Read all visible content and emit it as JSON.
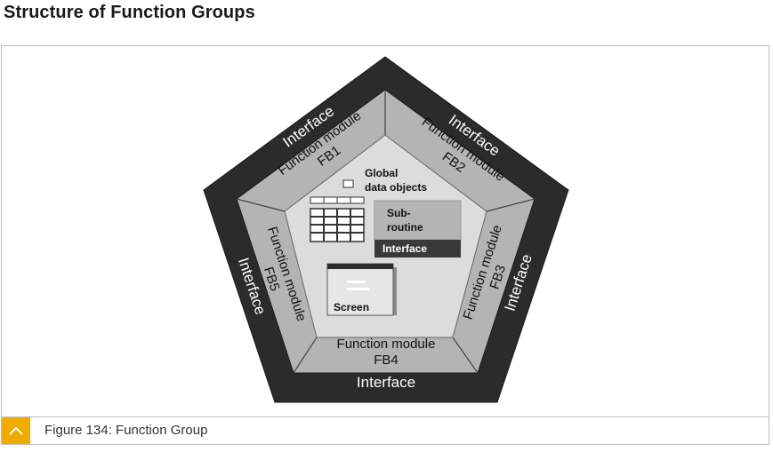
{
  "title": "Structure of Function Groups",
  "caption": "Figure 134: Function Group",
  "icons": {
    "caption_toggle": "chevron-up-icon"
  },
  "diagram": {
    "interface_label": "Interface",
    "function_module_label": "Function module",
    "modules": [
      "FB1",
      "FB2",
      "FB3",
      "FB4",
      "FB5"
    ],
    "global_data_line1": "Global",
    "global_data_line2": "data objects",
    "subroutine_line1": "Sub-",
    "subroutine_line2": "routine",
    "subroutine_interface": "Interface",
    "screen_label": "Screen"
  }
}
